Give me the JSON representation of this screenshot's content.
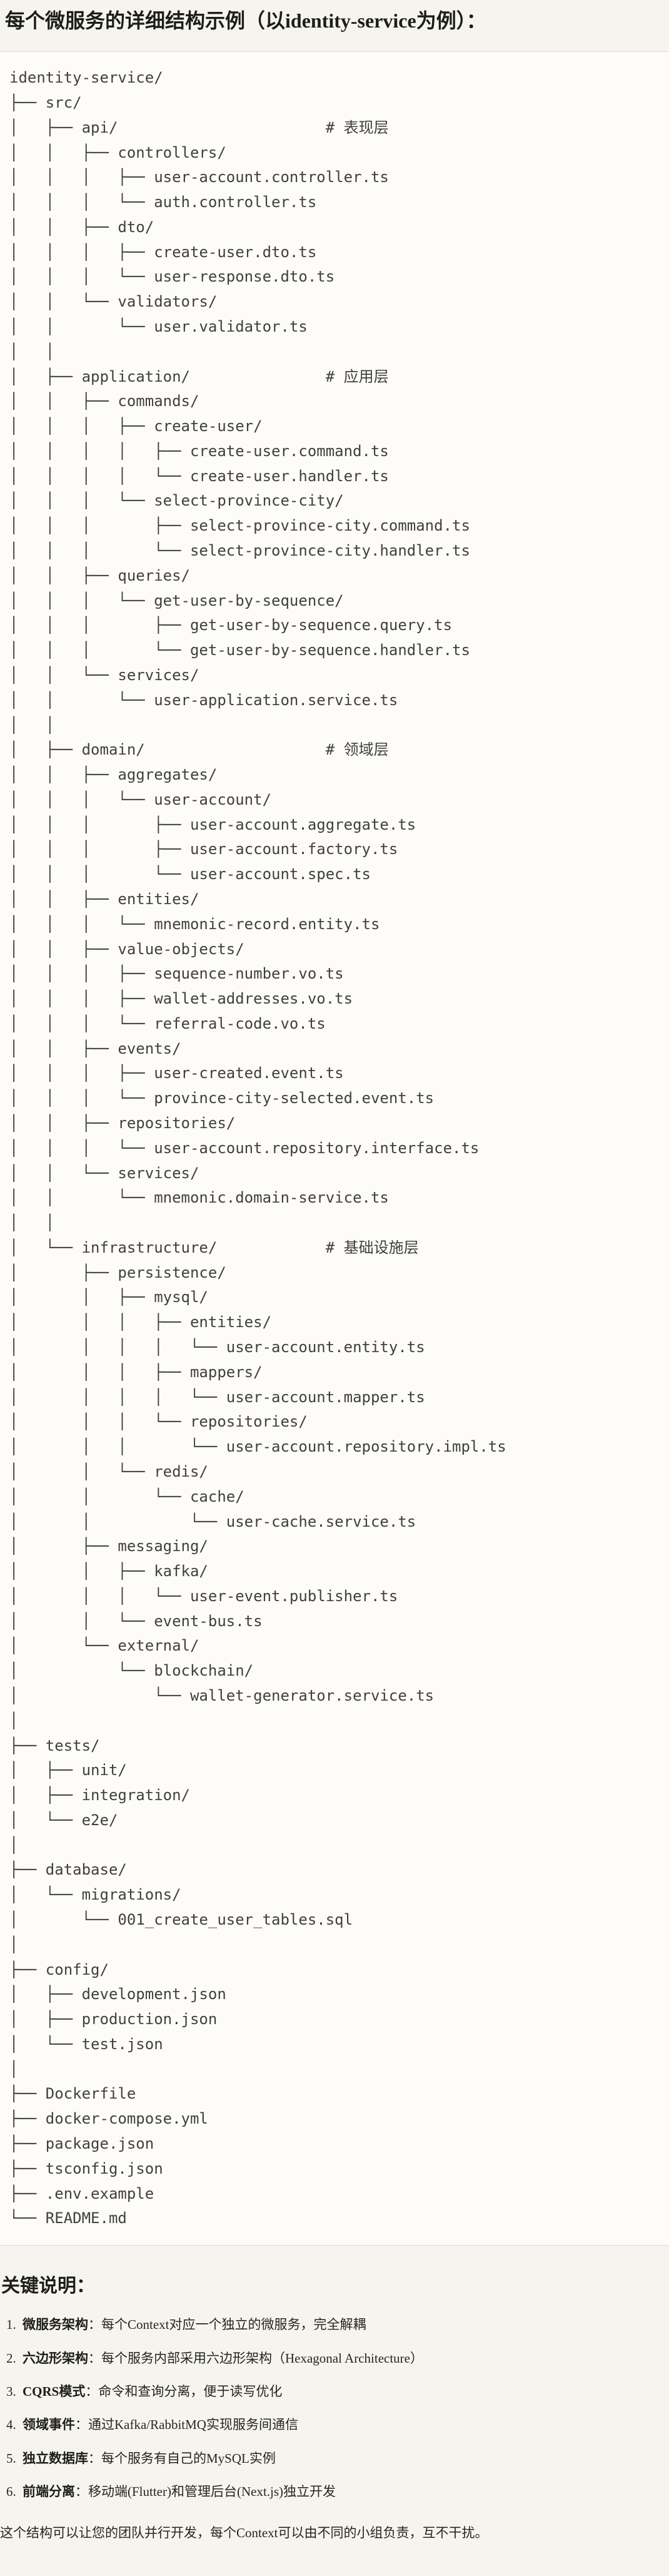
{
  "colors": {
    "page_bg": "#F6F4EE",
    "code_bg": "#FDFCFA",
    "code_border": "#DFDCD4",
    "heading_text": "#1D1D1A",
    "body_text": "#262620",
    "code_text": "#40403C"
  },
  "document": {
    "title": "每个微服务的详细结构示例（以identity-service为例）：",
    "tree": {
      "lines": [
        "identity-service/",
        "├── src/",
        "│   ├── api/                       # 表现层",
        "│   │   ├── controllers/",
        "│   │   │   ├── user-account.controller.ts",
        "│   │   │   └── auth.controller.ts",
        "│   │   ├── dto/",
        "│   │   │   ├── create-user.dto.ts",
        "│   │   │   └── user-response.dto.ts",
        "│   │   └── validators/",
        "│   │       └── user.validator.ts",
        "│   │",
        "│   ├── application/               # 应用层",
        "│   │   ├── commands/",
        "│   │   │   ├── create-user/",
        "│   │   │   │   ├── create-user.command.ts",
        "│   │   │   │   └── create-user.handler.ts",
        "│   │   │   └── select-province-city/",
        "│   │   │       ├── select-province-city.command.ts",
        "│   │   │       └── select-province-city.handler.ts",
        "│   │   ├── queries/",
        "│   │   │   └── get-user-by-sequence/",
        "│   │   │       ├── get-user-by-sequence.query.ts",
        "│   │   │       └── get-user-by-sequence.handler.ts",
        "│   │   └── services/",
        "│   │       └── user-application.service.ts",
        "│   │",
        "│   ├── domain/                    # 领域层",
        "│   │   ├── aggregates/",
        "│   │   │   └── user-account/",
        "│   │   │       ├── user-account.aggregate.ts",
        "│   │   │       ├── user-account.factory.ts",
        "│   │   │       └── user-account.spec.ts",
        "│   │   ├── entities/",
        "│   │   │   └── mnemonic-record.entity.ts",
        "│   │   ├── value-objects/",
        "│   │   │   ├── sequence-number.vo.ts",
        "│   │   │   ├── wallet-addresses.vo.ts",
        "│   │   │   └── referral-code.vo.ts",
        "│   │   ├── events/",
        "│   │   │   ├── user-created.event.ts",
        "│   │   │   └── province-city-selected.event.ts",
        "│   │   ├── repositories/",
        "│   │   │   └── user-account.repository.interface.ts",
        "│   │   └── services/",
        "│   │       └── mnemonic.domain-service.ts",
        "│   │",
        "│   └── infrastructure/            # 基础设施层",
        "│       ├── persistence/",
        "│       │   ├── mysql/",
        "│       │   │   ├── entities/",
        "│       │   │   │   └── user-account.entity.ts",
        "│       │   │   ├── mappers/",
        "│       │   │   │   └── user-account.mapper.ts",
        "│       │   │   └── repositories/",
        "│       │   │       └── user-account.repository.impl.ts",
        "│       │   └── redis/",
        "│       │       └── cache/",
        "│       │           └── user-cache.service.ts",
        "│       ├── messaging/",
        "│       │   ├── kafka/",
        "│       │   │   └── user-event.publisher.ts",
        "│       │   └── event-bus.ts",
        "│       └── external/",
        "│           └── blockchain/",
        "│               └── wallet-generator.service.ts",
        "│",
        "├── tests/",
        "│   ├── unit/",
        "│   ├── integration/",
        "│   └── e2e/",
        "│",
        "├── database/",
        "│   └── migrations/",
        "│       └── 001_create_user_tables.sql",
        "│",
        "├── config/",
        "│   ├── development.json",
        "│   ├── production.json",
        "│   └── test.json",
        "│",
        "├── Dockerfile",
        "├── docker-compose.yml",
        "├── package.json",
        "├── tsconfig.json",
        "├── .env.example",
        "└── README.md"
      ]
    },
    "notes": {
      "heading": "关键说明：",
      "items": [
        {
          "marker": "1.",
          "label": "微服务架构",
          "separator": "：",
          "text": "每个Context对应一个独立的微服务，完全解耦"
        },
        {
          "marker": "2.",
          "label": "六边形架构",
          "separator": "：",
          "text": "每个服务内部采用六边形架构（Hexagonal Architecture）"
        },
        {
          "marker": "3.",
          "label": "CQRS模式",
          "separator": "：",
          "text": "命令和查询分离，便于读写优化"
        },
        {
          "marker": "4.",
          "label": "领域事件",
          "separator": "：",
          "text": "通过Kafka/RabbitMQ实现服务间通信"
        },
        {
          "marker": "5.",
          "label": "独立数据库",
          "separator": "：",
          "text": "每个服务有自己的MySQL实例"
        },
        {
          "marker": "6.",
          "label": "前端分离",
          "separator": "：",
          "text": "移动端(Flutter)和管理后台(Next.js)独立开发"
        }
      ],
      "footer": "这个结构可以让您的团队并行开发，每个Context可以由不同的小组负责，互不干扰。"
    }
  }
}
